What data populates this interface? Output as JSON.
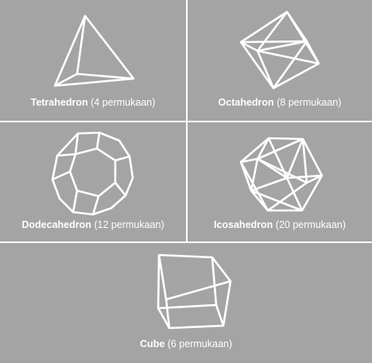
{
  "solids": {
    "tetrahedron": {
      "name": "Tetrahedron",
      "faces": "(4 permukaan)"
    },
    "octahedron": {
      "name": "Octahedron",
      "faces": "(8 permukaan)"
    },
    "dodecahedron": {
      "name": "Dodecahedron",
      "faces": "(12 permukaan)"
    },
    "icosahedron": {
      "name": "Icosahedron",
      "faces": "(20 permukaan)"
    },
    "cube": {
      "name": "Cube",
      "faces": "(6 permukaan)"
    }
  },
  "colors": {
    "panel_background": "#a4a4a4",
    "line_and_text": "#ffffff",
    "divider": "#ffffff"
  }
}
